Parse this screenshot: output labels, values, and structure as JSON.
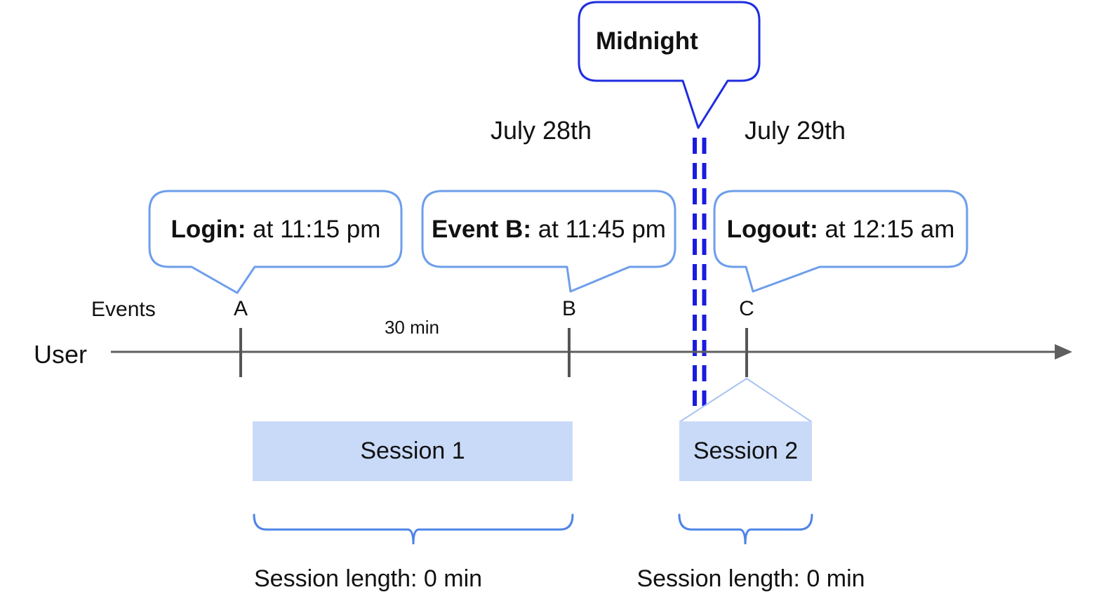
{
  "header": {
    "date_left": "July 28th",
    "date_right": "July 29th",
    "midnight_label": "Midnight"
  },
  "axis": {
    "user_label": "User",
    "events_label": "Events",
    "interval_label": "30 min",
    "marks": {
      "a": "A",
      "b": "B",
      "c": "C"
    }
  },
  "callouts": {
    "login": {
      "label": "Login:",
      "time": " at 11:15 pm"
    },
    "event_b": {
      "label": "Event B:",
      "time": " at 11:45 pm"
    },
    "logout": {
      "label": "Logout:",
      "time": " at 12:15 am"
    }
  },
  "sessions": {
    "session1": {
      "label": "Session 1",
      "length": "Session length: 0 min"
    },
    "session2": {
      "label": "Session 2",
      "length": "Session length: 0 min"
    }
  },
  "colors": {
    "midnight_border": "#1f2de0",
    "midnight_dash": "#1b1be0",
    "callout_border": "#6d9eeb",
    "session_fill": "#c9daf8",
    "brace": "#4e84e8",
    "zoom_guide": "#a9c4f2",
    "timeline": "#5f5f5f"
  }
}
